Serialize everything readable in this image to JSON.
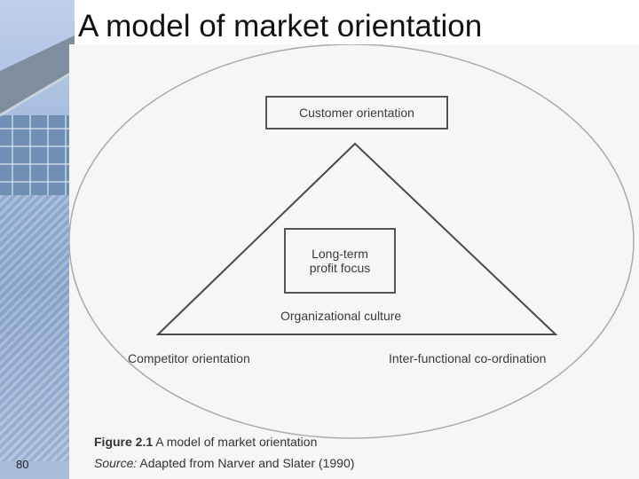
{
  "title": "A model of market orientation",
  "page_number": "80",
  "diagram": {
    "top_box": "Customer orientation",
    "center_box_line1": "Long-term",
    "center_box_line2": "profit focus",
    "base_label": "Organizational culture",
    "left_label": "Competitor orientation",
    "right_label": "Inter-functional co-ordination"
  },
  "caption": {
    "figure_number": "Figure 2.1",
    "figure_text": "A model of market orientation",
    "source_label": "Source:",
    "source_text": "Adapted from Narver and Slater (1990)"
  }
}
